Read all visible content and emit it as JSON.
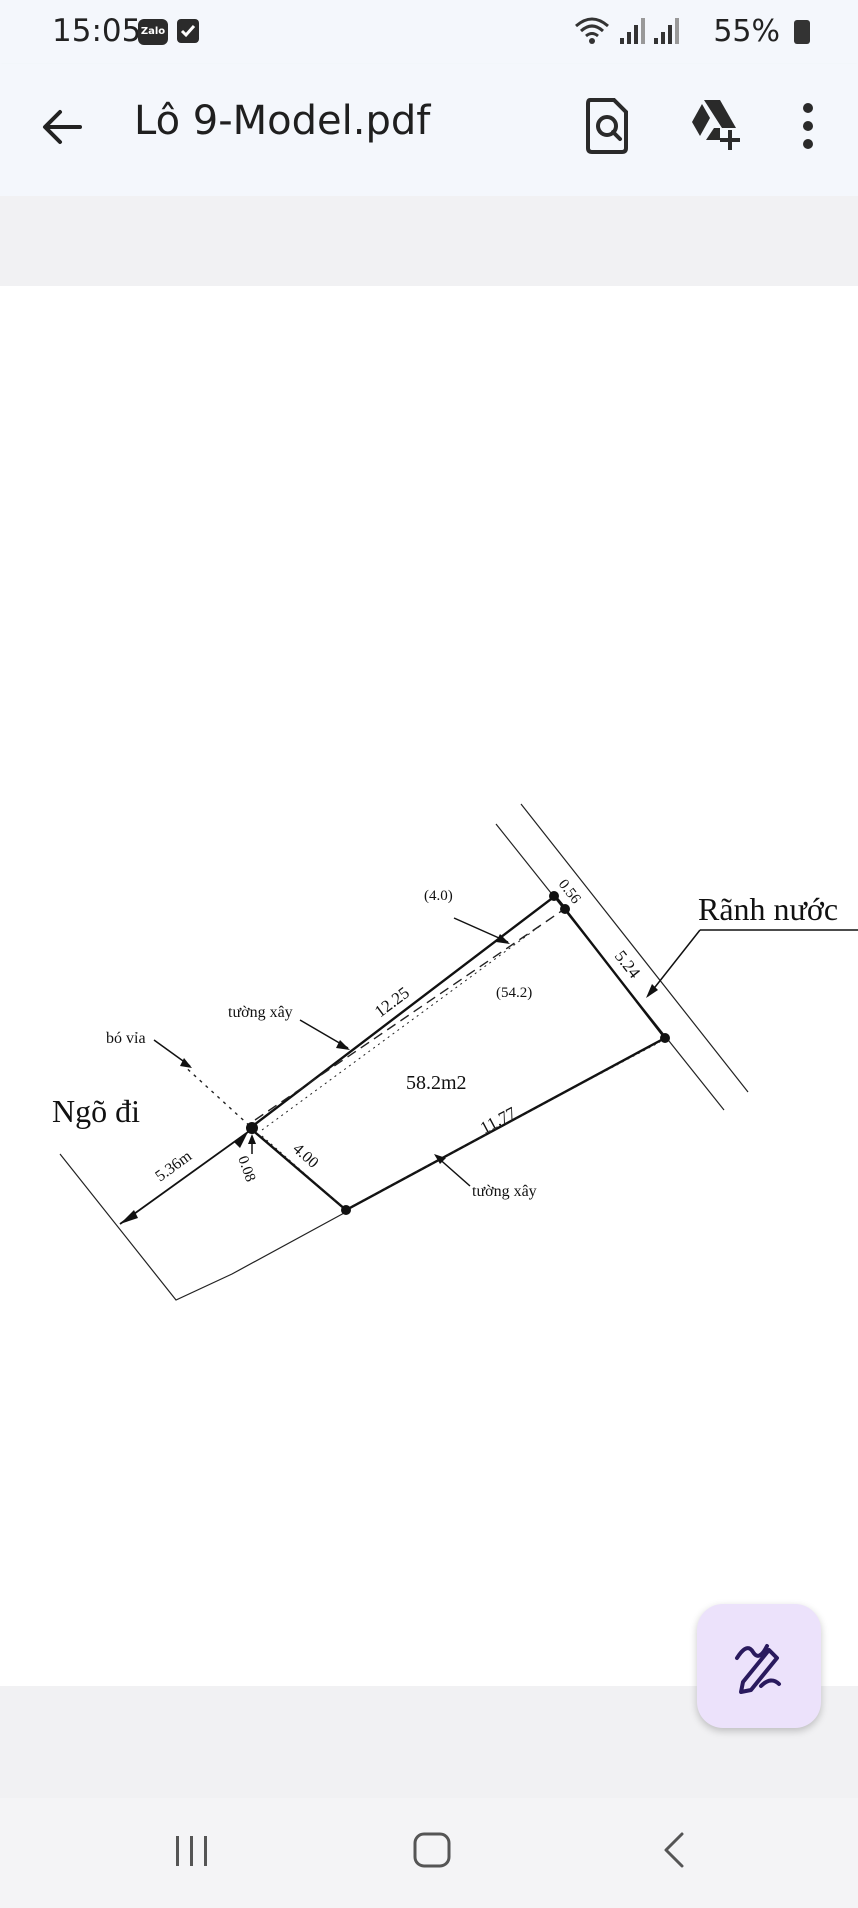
{
  "status_bar": {
    "time": "15:05",
    "zalo_label": "Zalo",
    "battery": "55%"
  },
  "app_bar": {
    "title": "Lô 9-Model.pdf",
    "icons": [
      "back-arrow-icon",
      "find-in-document-icon",
      "add-to-drive-icon",
      "more-vert-icon"
    ]
  },
  "drawing": {
    "labels": {
      "ngo_di": "Ngõ đi",
      "ranh_nuoc": "Rãnh nước",
      "bo_via": "bó vỉa",
      "tuong_xay_top": "tường xây",
      "tuong_xay_bottom": "tường xây",
      "area_main": "58.2m2",
      "area_sub": "(54.2)",
      "top_paren": "(4.0)",
      "dim_top": "12.25",
      "dim_right": "5.24",
      "dim_corner": "0.56",
      "dim_bottom": "11.77",
      "dim_left": "4.00",
      "dim_small": "0.08",
      "dim_road": "5.36m"
    }
  },
  "fab": {
    "icon": "edit-pen-icon"
  },
  "nav_bar": {
    "icons": [
      "recents-icon",
      "home-icon",
      "back-icon"
    ]
  },
  "colors": {
    "bar_bg": "#f4f7fc",
    "fab_bg": "#ece2fb",
    "fab_icon": "#2a1a5e"
  }
}
